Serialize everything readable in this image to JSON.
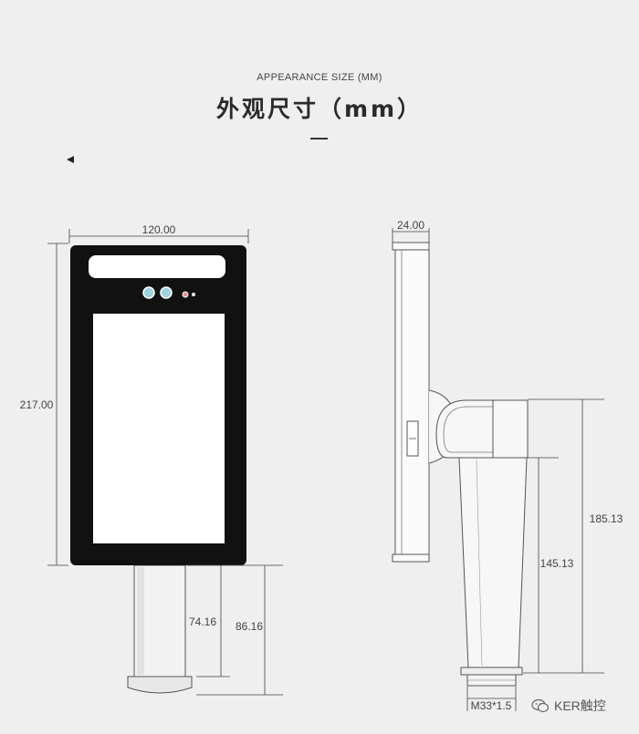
{
  "header": {
    "subtitle": "APPEARANCE SIZE (MM)",
    "title": "外观尺寸（mm）"
  },
  "dimensions": {
    "width": "120.00",
    "height": "217.00",
    "depth": "24.00",
    "pole_inner": "74.16",
    "pole_outer": "86.16",
    "side_total": "185.13",
    "side_pole": "145.13",
    "thread": "M33*1.5"
  },
  "watermark": {
    "text": "KER触控",
    "icon": "wechat-icon"
  },
  "colors": {
    "background": "#efefef",
    "bezel": "#111111",
    "screen": "#ffffff",
    "line": "#333333"
  }
}
